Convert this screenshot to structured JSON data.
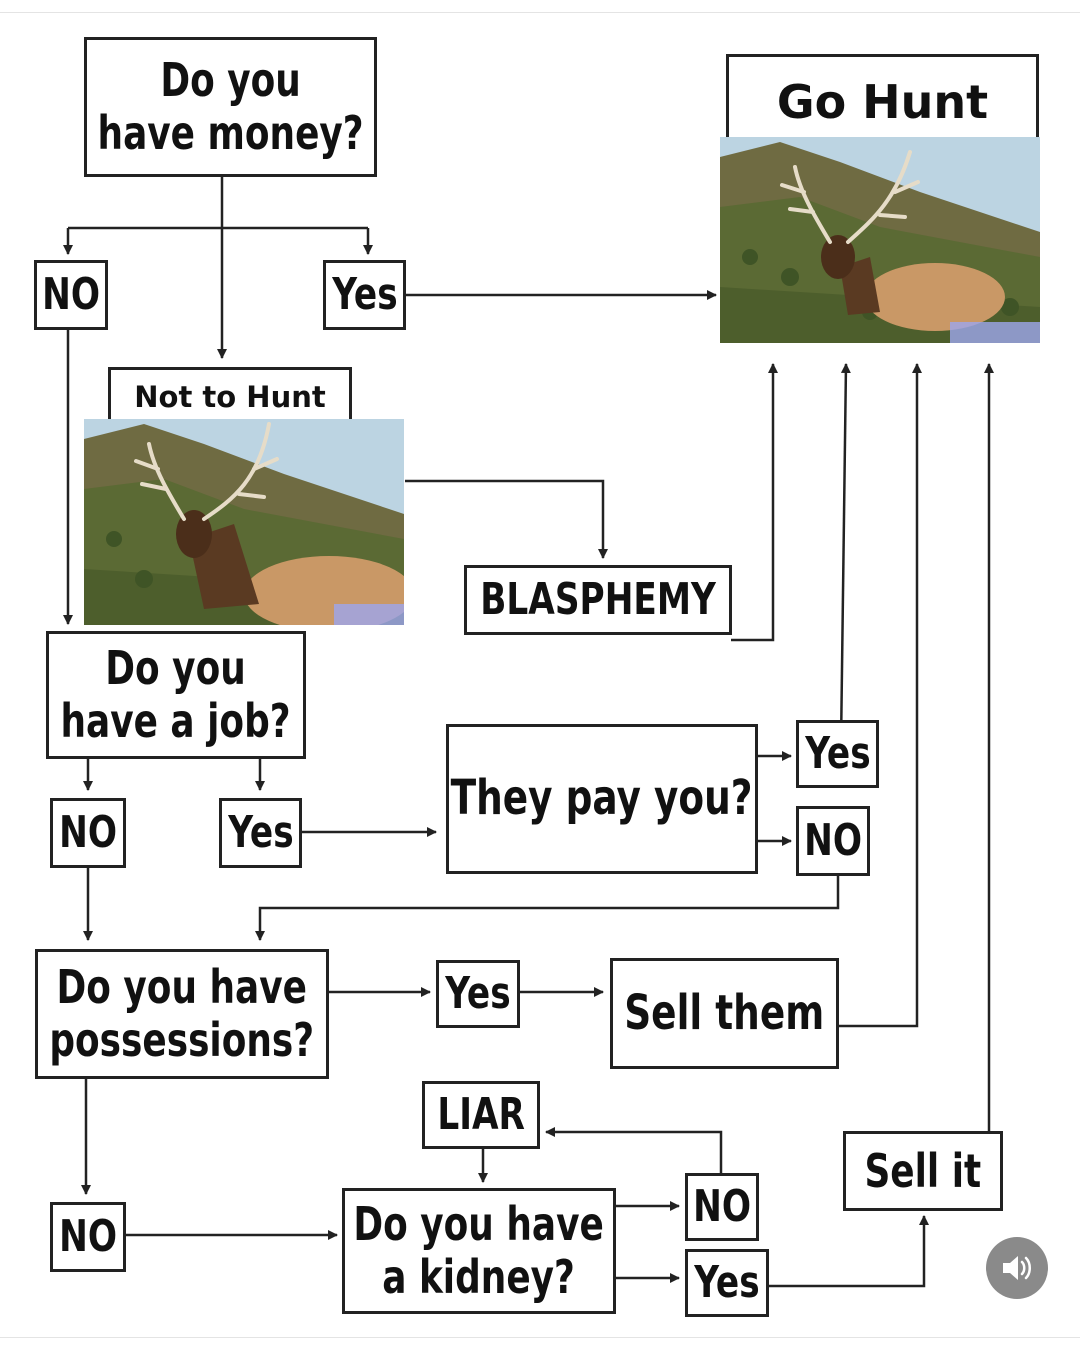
{
  "flowchart": {
    "q_money": {
      "line1": "Do you",
      "line2": "have money?"
    },
    "money_no": "NO",
    "money_yes": "Yes",
    "go_hunt": "Go Hunt",
    "not_to_hunt": "Not to Hunt",
    "blasphemy": "BLASPHEMY",
    "q_job": {
      "line1": "Do you",
      "line2": "have a job?"
    },
    "job_no": "NO",
    "job_yes": "Yes",
    "q_pay": "They pay you?",
    "pay_yes": "Yes",
    "pay_no": "NO",
    "q_possessions": {
      "line1": "Do you have",
      "line2": "possessions?"
    },
    "poss_yes": "Yes",
    "sell_them": "Sell them",
    "poss_no": "NO",
    "liar": "LIAR",
    "q_kidney": {
      "line1": "Do you have",
      "line2": "a kidney?"
    },
    "kidney_no": "NO",
    "kidney_yes": "Yes",
    "sell_it": "Sell it"
  },
  "icons": {
    "elk_photo": "elk-photo",
    "sound": "speaker-icon"
  },
  "colors": {
    "line": "#222222",
    "sky": "#bcd4e2",
    "hill": "#6b6a3f",
    "elk": "#b07a4a"
  }
}
